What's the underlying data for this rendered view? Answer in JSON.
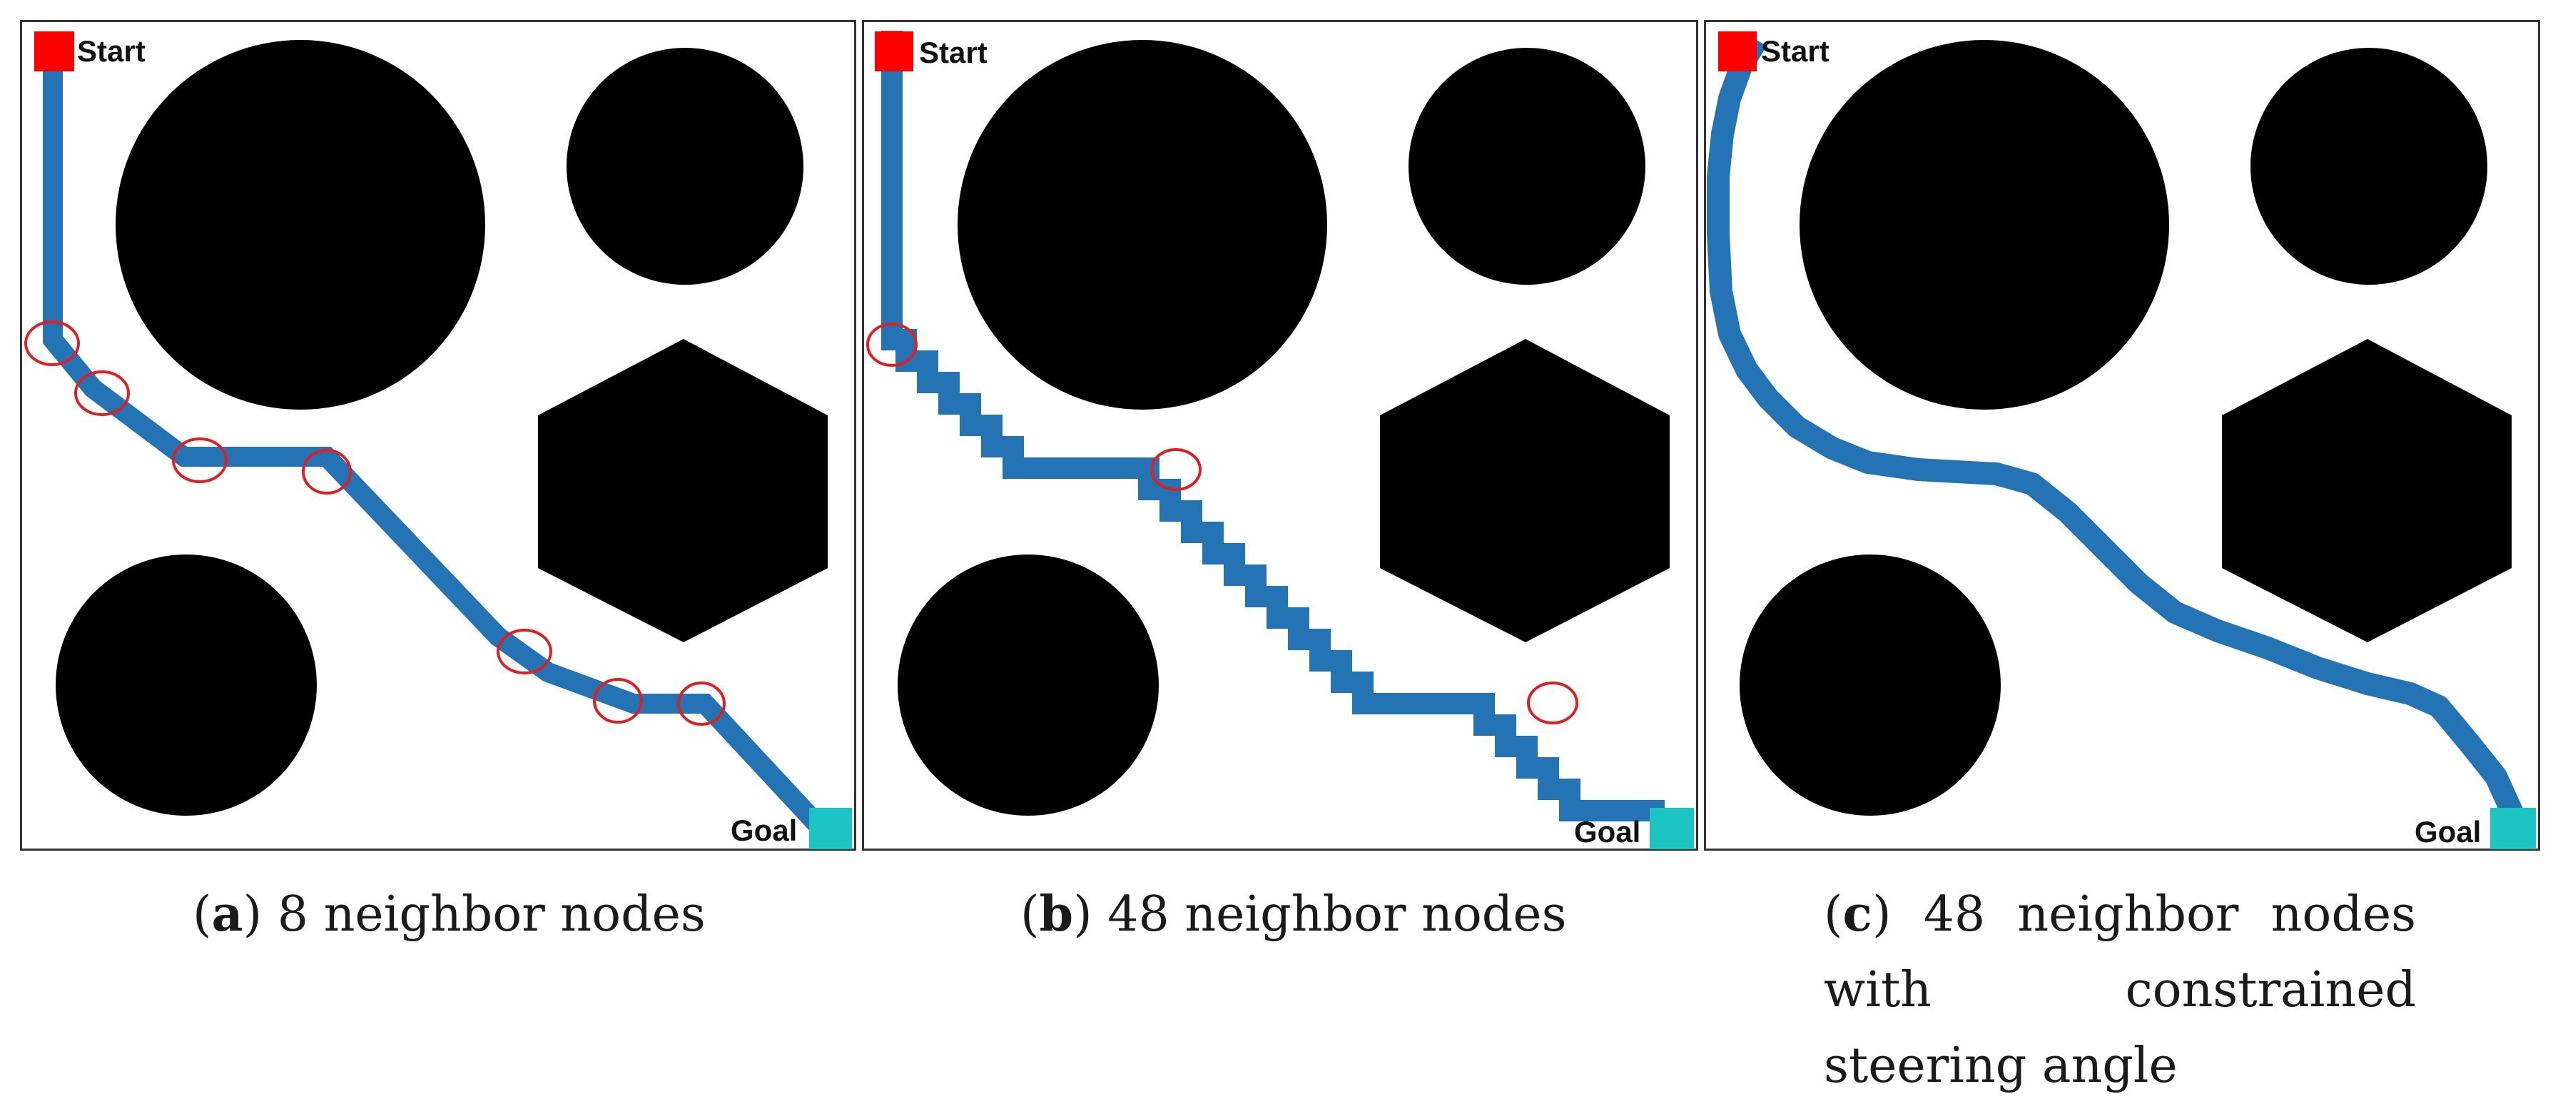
{
  "figure": {
    "panels": [
      {
        "id": "a",
        "caption_letter": "a",
        "caption_text": "8 neighbor nodes",
        "start_label": "Start",
        "goal_label": "Goal",
        "path_style": "continuous",
        "highlight_count": 7
      },
      {
        "id": "b",
        "caption_letter": "b",
        "caption_text": "48 neighbor nodes",
        "start_label": "Start",
        "goal_label": "Goal",
        "path_style": "segmented",
        "highlight_count": 3
      },
      {
        "id": "c",
        "caption_letter": "c",
        "caption_text": "48 neighbor nodes with constrained steering angle",
        "start_label": "Start",
        "goal_label": "Goal",
        "path_style": "smooth",
        "highlight_count": 0
      }
    ]
  },
  "colors": {
    "obstacle": "#000000",
    "path": "#2373b5",
    "start": "#ff0000",
    "goal": "#1cc4c4",
    "highlight": "#e02020",
    "frame": "#333333"
  }
}
